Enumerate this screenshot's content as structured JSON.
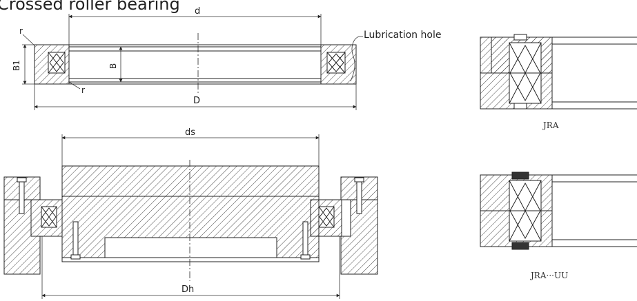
{
  "title_fragment": "Crossed roller bearing",
  "top_view": {
    "dim_d": "d",
    "dim_D": "D",
    "dim_B": "B",
    "dim_B1": "B1",
    "dim_r_top": "r",
    "dim_r_bottom": "r",
    "callout": "Lubrication hole"
  },
  "bottom_view": {
    "dim_ds": "ds",
    "dim_Dh": "Dh"
  },
  "variants": {
    "jra_label": "JRA",
    "jra_uu_label": "JRA···UU"
  }
}
